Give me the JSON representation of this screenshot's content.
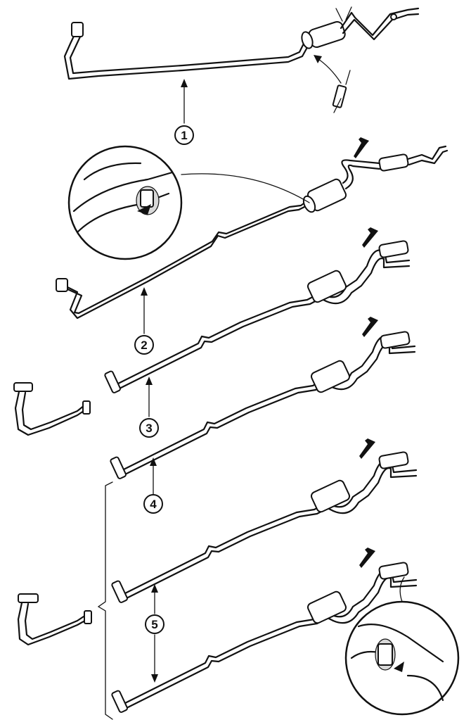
{
  "callouts": [
    {
      "id": "1",
      "label": "1"
    },
    {
      "id": "2",
      "label": "2"
    },
    {
      "id": "3",
      "label": "3"
    },
    {
      "id": "4",
      "label": "4"
    },
    {
      "id": "5",
      "label": "5"
    }
  ],
  "colors": {
    "ink": "#111111",
    "paper": "#ffffff",
    "shade": "#d8d8d8"
  },
  "icons": [
    "arrow-marker-icon",
    "hanger-detail-magnifier",
    "muffler-icon",
    "resonator-icon",
    "flange-icon"
  ]
}
